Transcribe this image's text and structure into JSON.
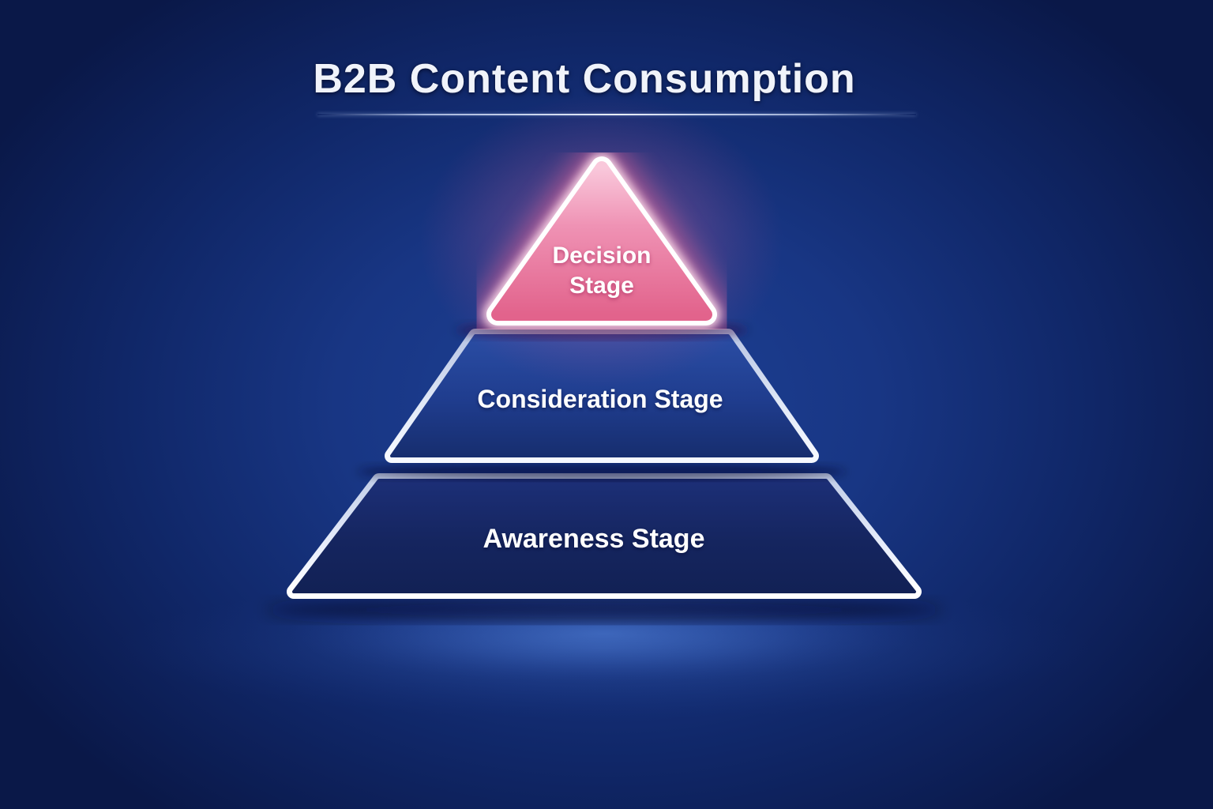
{
  "header": {
    "title": "B2B Content Consumption"
  },
  "pyramid": {
    "stages": [
      {
        "id": "decision",
        "label": "Decision Stage",
        "position": "top",
        "shape": "triangle",
        "fill_top": "#f9c8db",
        "fill_mid": "#ef92b4",
        "fill_bottom": "#e2638c",
        "border_color": "#ffffff",
        "text_color": "#ffffff"
      },
      {
        "id": "consideration",
        "label": "Consideration Stage",
        "position": "middle",
        "shape": "trapezoid",
        "fill_top": "#2a4da4",
        "fill_mid": "#1f3c8d",
        "fill_bottom": "#172e6f",
        "border_color": "#e9eef9",
        "text_color": "#ffffff"
      },
      {
        "id": "awareness",
        "label": "Awareness Stage",
        "position": "bottom",
        "shape": "trapezoid",
        "fill_top": "#1c2f77",
        "fill_mid": "#15255f",
        "fill_bottom": "#122155",
        "border_color": "#f3f7ff",
        "text_color": "#ffffff"
      }
    ]
  },
  "colors": {
    "background_center": "#1e4196",
    "background_edge": "#0a1848",
    "accent_pink": "#ec7ca3",
    "border_silver_light": "#f6f9ff",
    "border_silver_dark": "#b9c6e4",
    "title_text": "#f0f3fa",
    "floor_glow": "#4a79d6"
  }
}
